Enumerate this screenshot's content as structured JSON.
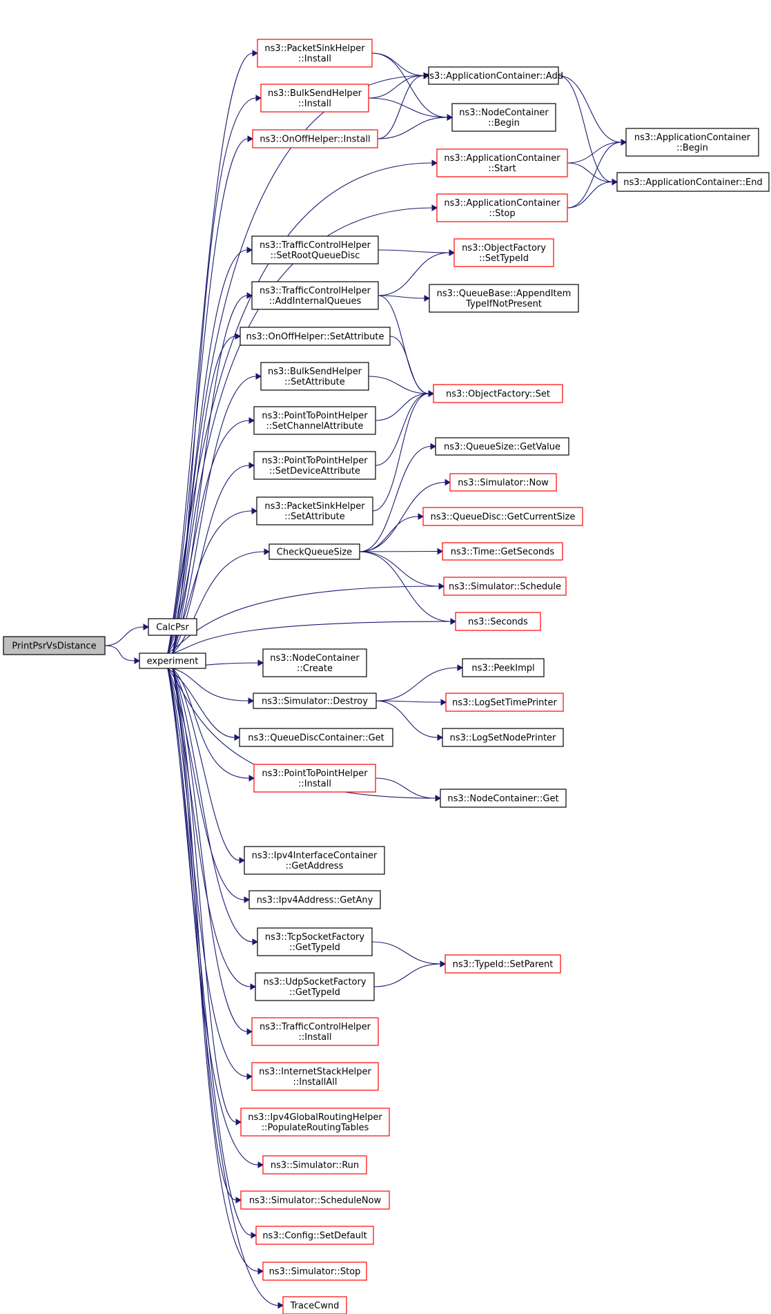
{
  "colors": {
    "edge": "#191970",
    "root_fill": "#bfbfbf",
    "node_border_plain": "#000000",
    "node_border_red": "#ff0000"
  },
  "nodes": [
    {
      "id": "root",
      "lines": [
        "PrintPsrVsDistance"
      ],
      "style": "root",
      "interactable": false
    },
    {
      "id": "calcpsr",
      "lines": [
        "CalcPsr"
      ],
      "style": "plain",
      "interactable": true
    },
    {
      "id": "experiment",
      "lines": [
        "experiment"
      ],
      "style": "plain",
      "interactable": true
    },
    {
      "id": "psh-install",
      "lines": [
        "ns3::PacketSinkHelper",
        "::Install"
      ],
      "style": "red",
      "interactable": true
    },
    {
      "id": "bsh-install",
      "lines": [
        "ns3::BulkSendHelper",
        "::Install"
      ],
      "style": "red",
      "interactable": true
    },
    {
      "id": "onoff-install",
      "lines": [
        "ns3::OnOffHelper::Install"
      ],
      "style": "red",
      "interactable": true
    },
    {
      "id": "appc-add",
      "lines": [
        "ns3::ApplicationContainer::Add"
      ],
      "style": "plain",
      "interactable": true
    },
    {
      "id": "nodec-begin",
      "lines": [
        "ns3::NodeContainer",
        "::Begin"
      ],
      "style": "plain",
      "interactable": true
    },
    {
      "id": "appc-begin",
      "lines": [
        "ns3::ApplicationContainer",
        "::Begin"
      ],
      "style": "plain",
      "interactable": true
    },
    {
      "id": "appc-start",
      "lines": [
        "ns3::ApplicationContainer",
        "::Start"
      ],
      "style": "red",
      "interactable": true
    },
    {
      "id": "appc-end",
      "lines": [
        "ns3::ApplicationContainer::End"
      ],
      "style": "plain",
      "interactable": true
    },
    {
      "id": "appc-stop",
      "lines": [
        "ns3::ApplicationContainer",
        "::Stop"
      ],
      "style": "red",
      "interactable": true
    },
    {
      "id": "tch-setroot",
      "lines": [
        "ns3::TrafficControlHelper",
        "::SetRootQueueDisc"
      ],
      "style": "plain",
      "interactable": true
    },
    {
      "id": "objf-settypeid",
      "lines": [
        "ns3::ObjectFactory",
        "::SetTypeId"
      ],
      "style": "red",
      "interactable": true
    },
    {
      "id": "tch-addinternal",
      "lines": [
        "ns3::TrafficControlHelper",
        "::AddInternalQueues"
      ],
      "style": "plain",
      "interactable": true
    },
    {
      "id": "qb-append",
      "lines": [
        "ns3::QueueBase::AppendItem",
        "TypeIfNotPresent"
      ],
      "style": "plain",
      "interactable": true
    },
    {
      "id": "onoff-setattr",
      "lines": [
        "ns3::OnOffHelper::SetAttribute"
      ],
      "style": "plain",
      "interactable": true
    },
    {
      "id": "bsh-setattr",
      "lines": [
        "ns3::BulkSendHelper",
        "::SetAttribute"
      ],
      "style": "plain",
      "interactable": true
    },
    {
      "id": "objf-set",
      "lines": [
        "ns3::ObjectFactory::Set"
      ],
      "style": "red",
      "interactable": true
    },
    {
      "id": "p2p-setchannel",
      "lines": [
        "ns3::PointToPointHelper",
        "::SetChannelAttribute"
      ],
      "style": "plain",
      "interactable": true
    },
    {
      "id": "p2p-setdevice",
      "lines": [
        "ns3::PointToPointHelper",
        "::SetDeviceAttribute"
      ],
      "style": "plain",
      "interactable": true
    },
    {
      "id": "qs-getvalue",
      "lines": [
        "ns3::QueueSize::GetValue"
      ],
      "style": "plain",
      "interactable": true
    },
    {
      "id": "sim-now",
      "lines": [
        "ns3::Simulator::Now"
      ],
      "style": "red",
      "interactable": true
    },
    {
      "id": "psh-setattr",
      "lines": [
        "ns3::PacketSinkHelper",
        "::SetAttribute"
      ],
      "style": "plain",
      "interactable": true
    },
    {
      "id": "qd-getcursize",
      "lines": [
        "ns3::QueueDisc::GetCurrentSize"
      ],
      "style": "red",
      "interactable": true
    },
    {
      "id": "checkqueuesize",
      "lines": [
        "CheckQueueSize"
      ],
      "style": "plain",
      "interactable": true
    },
    {
      "id": "time-getseconds",
      "lines": [
        "ns3::Time::GetSeconds"
      ],
      "style": "red",
      "interactable": true
    },
    {
      "id": "sim-schedule",
      "lines": [
        "ns3::Simulator::Schedule"
      ],
      "style": "red",
      "interactable": true
    },
    {
      "id": "seconds",
      "lines": [
        "ns3::Seconds"
      ],
      "style": "red",
      "interactable": true
    },
    {
      "id": "nodec-create",
      "lines": [
        "ns3::NodeContainer",
        "::Create"
      ],
      "style": "plain",
      "interactable": true
    },
    {
      "id": "peekimpl",
      "lines": [
        "ns3::PeekImpl"
      ],
      "style": "plain",
      "interactable": true
    },
    {
      "id": "sim-destroy",
      "lines": [
        "ns3::Simulator::Destroy"
      ],
      "style": "plain",
      "interactable": true
    },
    {
      "id": "logsettime",
      "lines": [
        "ns3::LogSetTimePrinter"
      ],
      "style": "red",
      "interactable": true
    },
    {
      "id": "qdc-get",
      "lines": [
        "ns3::QueueDiscContainer::Get"
      ],
      "style": "plain",
      "interactable": true
    },
    {
      "id": "logsetnode",
      "lines": [
        "ns3::LogSetNodePrinter"
      ],
      "style": "plain",
      "interactable": true
    },
    {
      "id": "p2p-install",
      "lines": [
        "ns3::PointToPointHelper",
        "::Install"
      ],
      "style": "red",
      "interactable": true
    },
    {
      "id": "nodec-get",
      "lines": [
        "ns3::NodeContainer::Get"
      ],
      "style": "plain",
      "interactable": true
    },
    {
      "id": "ipv4ic-getaddr",
      "lines": [
        "ns3::Ipv4InterfaceContainer",
        "::GetAddress"
      ],
      "style": "plain",
      "interactable": true
    },
    {
      "id": "ipv4addr-getany",
      "lines": [
        "ns3::Ipv4Address::GetAny"
      ],
      "style": "plain",
      "interactable": true
    },
    {
      "id": "tcpsf-gettypeid",
      "lines": [
        "ns3::TcpSocketFactory",
        "::GetTypeId"
      ],
      "style": "plain",
      "interactable": true
    },
    {
      "id": "typeid-setparent",
      "lines": [
        "ns3::TypeId::SetParent"
      ],
      "style": "red",
      "interactable": true
    },
    {
      "id": "udpsf-gettypeid",
      "lines": [
        "ns3::UdpSocketFactory",
        "::GetTypeId"
      ],
      "style": "plain",
      "interactable": true
    },
    {
      "id": "tch-install",
      "lines": [
        "ns3::TrafficControlHelper",
        "::Install"
      ],
      "style": "red",
      "interactable": true
    },
    {
      "id": "ish-installall",
      "lines": [
        "ns3::InternetStackHelper",
        "::InstallAll"
      ],
      "style": "red",
      "interactable": true
    },
    {
      "id": "ipv4grh-populate",
      "lines": [
        "ns3::Ipv4GlobalRoutingHelper",
        "::PopulateRoutingTables"
      ],
      "style": "red",
      "interactable": true
    },
    {
      "id": "sim-run",
      "lines": [
        "ns3::Simulator::Run"
      ],
      "style": "red",
      "interactable": true
    },
    {
      "id": "sim-schedulenow",
      "lines": [
        "ns3::Simulator::ScheduleNow"
      ],
      "style": "red",
      "interactable": true
    },
    {
      "id": "config-setdefault",
      "lines": [
        "ns3::Config::SetDefault"
      ],
      "style": "red",
      "interactable": true
    },
    {
      "id": "sim-stop",
      "lines": [
        "ns3::Simulator::Stop"
      ],
      "style": "red",
      "interactable": true
    },
    {
      "id": "tracecwnd",
      "lines": [
        "TraceCwnd"
      ],
      "style": "red",
      "interactable": true
    }
  ],
  "edges": [
    [
      "root",
      "calcpsr"
    ],
    [
      "root",
      "experiment"
    ],
    [
      "experiment",
      "psh-install"
    ],
    [
      "experiment",
      "bsh-install"
    ],
    [
      "experiment",
      "onoff-install"
    ],
    [
      "experiment",
      "appc-add"
    ],
    [
      "experiment",
      "appc-start"
    ],
    [
      "experiment",
      "appc-stop"
    ],
    [
      "experiment",
      "tch-setroot"
    ],
    [
      "experiment",
      "tch-addinternal"
    ],
    [
      "experiment",
      "onoff-setattr"
    ],
    [
      "experiment",
      "bsh-setattr"
    ],
    [
      "experiment",
      "p2p-setchannel"
    ],
    [
      "experiment",
      "p2p-setdevice"
    ],
    [
      "experiment",
      "psh-setattr"
    ],
    [
      "experiment",
      "checkqueuesize"
    ],
    [
      "experiment",
      "sim-schedule"
    ],
    [
      "experiment",
      "seconds"
    ],
    [
      "experiment",
      "nodec-create"
    ],
    [
      "experiment",
      "sim-destroy"
    ],
    [
      "experiment",
      "qdc-get"
    ],
    [
      "experiment",
      "p2p-install"
    ],
    [
      "experiment",
      "nodec-get"
    ],
    [
      "experiment",
      "ipv4ic-getaddr"
    ],
    [
      "experiment",
      "ipv4addr-getany"
    ],
    [
      "experiment",
      "tcpsf-gettypeid"
    ],
    [
      "experiment",
      "udpsf-gettypeid"
    ],
    [
      "experiment",
      "tch-install"
    ],
    [
      "experiment",
      "ish-installall"
    ],
    [
      "experiment",
      "ipv4grh-populate"
    ],
    [
      "experiment",
      "sim-run"
    ],
    [
      "experiment",
      "sim-schedulenow"
    ],
    [
      "experiment",
      "config-setdefault"
    ],
    [
      "experiment",
      "sim-stop"
    ],
    [
      "experiment",
      "tracecwnd"
    ],
    [
      "psh-install",
      "appc-add"
    ],
    [
      "psh-install",
      "nodec-begin"
    ],
    [
      "bsh-install",
      "appc-add"
    ],
    [
      "bsh-install",
      "nodec-begin"
    ],
    [
      "onoff-install",
      "appc-add"
    ],
    [
      "onoff-install",
      "nodec-begin"
    ],
    [
      "appc-add",
      "appc-begin"
    ],
    [
      "appc-add",
      "appc-end"
    ],
    [
      "appc-start",
      "appc-begin"
    ],
    [
      "appc-start",
      "appc-end"
    ],
    [
      "appc-stop",
      "appc-begin"
    ],
    [
      "appc-stop",
      "appc-end"
    ],
    [
      "tch-setroot",
      "objf-settypeid"
    ],
    [
      "tch-addinternal",
      "objf-settypeid"
    ],
    [
      "tch-addinternal",
      "qb-append"
    ],
    [
      "tch-addinternal",
      "objf-set"
    ],
    [
      "onoff-setattr",
      "objf-set"
    ],
    [
      "bsh-setattr",
      "objf-set"
    ],
    [
      "p2p-setchannel",
      "objf-set"
    ],
    [
      "p2p-setdevice",
      "objf-set"
    ],
    [
      "psh-setattr",
      "objf-set"
    ],
    [
      "checkqueuesize",
      "qs-getvalue"
    ],
    [
      "checkqueuesize",
      "sim-now"
    ],
    [
      "checkqueuesize",
      "qd-getcursize"
    ],
    [
      "checkqueuesize",
      "time-getseconds"
    ],
    [
      "checkqueuesize",
      "sim-schedule"
    ],
    [
      "checkqueuesize",
      "seconds"
    ],
    [
      "sim-destroy",
      "peekimpl"
    ],
    [
      "sim-destroy",
      "logsettime"
    ],
    [
      "sim-destroy",
      "logsetnode"
    ],
    [
      "p2p-install",
      "nodec-get"
    ],
    [
      "tcpsf-gettypeid",
      "typeid-setparent"
    ],
    [
      "udpsf-gettypeid",
      "typeid-setparent"
    ]
  ]
}
